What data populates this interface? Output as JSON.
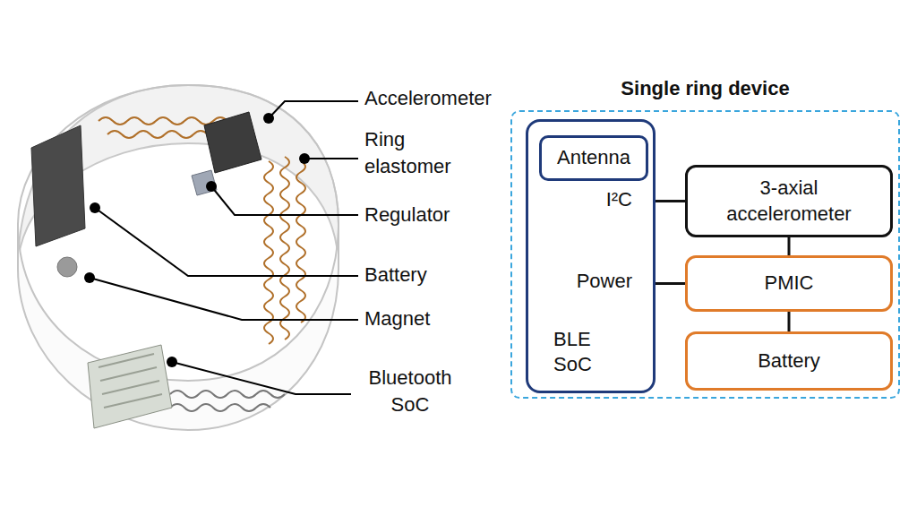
{
  "diagram": {
    "nodes": [
      {
        "text": [
          "Single ring device"
        ]
      },
      {
        "text": [
          "BLE SoC"
        ],
        "in": 0
      },
      {
        "text": [
          "Antenna"
        ],
        "in": 1
      },
      {
        "text": [
          "3-axial accelerometer"
        ],
        "in": 0
      },
      {
        "text": [
          "PMIC"
        ],
        "in": 0
      },
      {
        "text": [
          "Battery"
        ],
        "in": 0
      }
    ],
    "edges": [
      {
        "from": 1,
        "to": 3,
        "arrow": "none"
      },
      {
        "from": 1,
        "to": 4,
        "arrow": "none"
      },
      {
        "from": 3,
        "to": 4,
        "arrow": "none"
      },
      {
        "from": 4,
        "to": 5,
        "arrow": "none"
      }
    ],
    "labels": [
      "Accelerometer",
      "Ring elastomer",
      "Regulator",
      "Battery",
      "Magnet",
      "Bluetooth SoC",
      "I²C",
      "Power"
    ]
  }
}
